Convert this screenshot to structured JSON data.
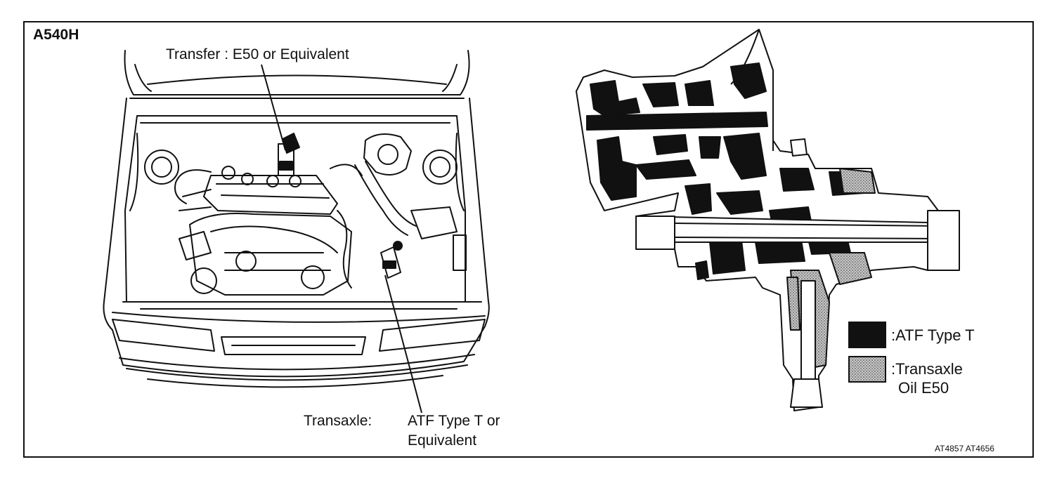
{
  "diagram": {
    "model": "A540H",
    "callouts": {
      "transfer": "Transfer : E50 or Equivalent",
      "transaxle_label": "Transaxle:",
      "transaxle_fluid_line1": "ATF Type T or",
      "transaxle_fluid_line2": "Equivalent"
    },
    "legend": [
      {
        "label": ":ATF Type T",
        "color": "#111111"
      },
      {
        "label_line1": ":Transaxle",
        "label_line2": "Oil E50",
        "color": "#9a9a9a"
      }
    ],
    "figure_code": "AT4857 AT4656"
  }
}
